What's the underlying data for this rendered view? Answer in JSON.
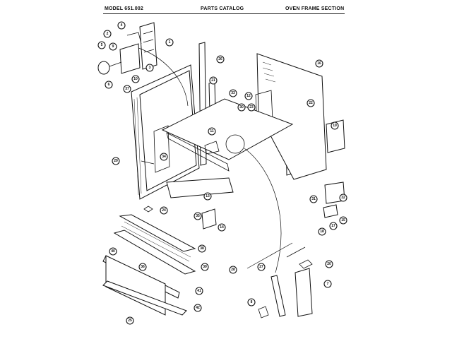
{
  "header": {
    "model": "MODEL 651.002",
    "catalog": "PARTS CATALOG",
    "section": "OVEN FRAME SECTION"
  },
  "callouts": [
    {
      "label": "1"
    },
    {
      "label": "2"
    },
    {
      "label": "3"
    },
    {
      "label": "4"
    },
    {
      "label": "5"
    },
    {
      "label": "6"
    },
    {
      "label": "7"
    },
    {
      "label": "8"
    },
    {
      "label": "9"
    },
    {
      "label": "10"
    },
    {
      "label": "11"
    },
    {
      "label": "12"
    },
    {
      "label": "13"
    },
    {
      "label": "14"
    },
    {
      "label": "15"
    },
    {
      "label": "16"
    },
    {
      "label": "17"
    },
    {
      "label": "18"
    },
    {
      "label": "19"
    },
    {
      "label": "20"
    },
    {
      "label": "21"
    },
    {
      "label": "22"
    },
    {
      "label": "23"
    },
    {
      "label": "24"
    },
    {
      "label": "25"
    },
    {
      "label": "26"
    },
    {
      "label": "27"
    },
    {
      "label": "28"
    },
    {
      "label": "29"
    },
    {
      "label": "30"
    },
    {
      "label": "31"
    },
    {
      "label": "32"
    },
    {
      "label": "33"
    },
    {
      "label": "34"
    },
    {
      "label": "35"
    },
    {
      "label": "36"
    },
    {
      "label": "37"
    },
    {
      "label": "38"
    },
    {
      "label": "39"
    },
    {
      "label": "40"
    },
    {
      "label": "41"
    },
    {
      "label": "42"
    }
  ]
}
